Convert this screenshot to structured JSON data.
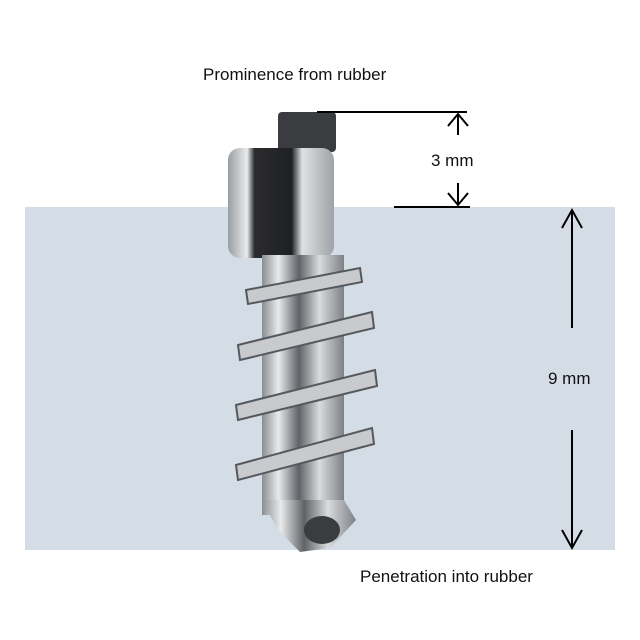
{
  "labels": {
    "prominence": "Prominence from rubber",
    "prominence_value": "3 mm",
    "penetration_value": "9 mm",
    "penetration": "Penetration into rubber"
  },
  "colors": {
    "rubber": "#d4dde6",
    "line": "#000000"
  }
}
